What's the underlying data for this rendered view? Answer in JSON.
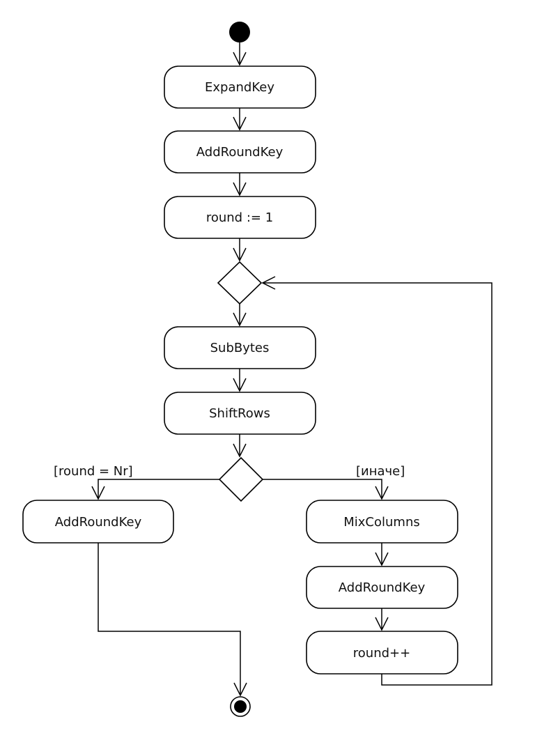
{
  "diagram": {
    "type": "uml-activity",
    "actions": {
      "expand_key": "ExpandKey",
      "add_round_key_initial": "AddRoundKey",
      "round_init": "round := 1",
      "sub_bytes": "SubBytes",
      "shift_rows": "ShiftRows",
      "add_round_key_final": "AddRoundKey",
      "mix_columns": "MixColumns",
      "add_round_key_loop": "AddRoundKey",
      "round_increment": "round++"
    },
    "guards": {
      "final_round": "[round = Nr]",
      "otherwise": "[иначе]"
    },
    "colors": {
      "stroke": "#000000",
      "fill": "#ffffff",
      "text": "#111111"
    }
  }
}
